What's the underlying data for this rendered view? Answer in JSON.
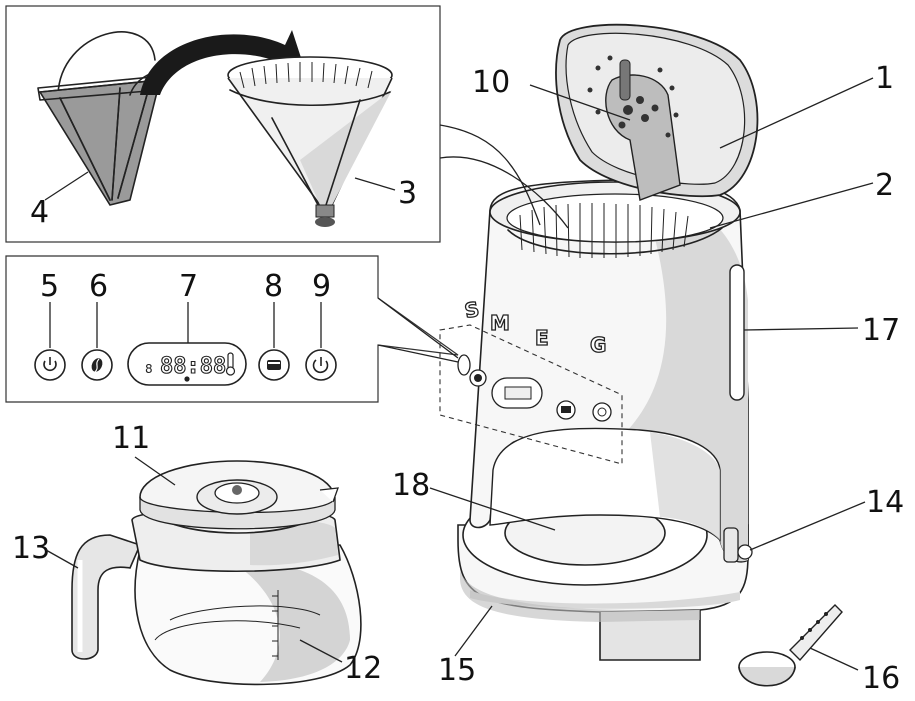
{
  "callouts": [
    {
      "id": "1",
      "label": "1"
    },
    {
      "id": "2",
      "label": "2"
    },
    {
      "id": "3",
      "label": "3"
    },
    {
      "id": "4",
      "label": "4"
    },
    {
      "id": "5",
      "label": "5"
    },
    {
      "id": "6",
      "label": "6"
    },
    {
      "id": "7",
      "label": "7"
    },
    {
      "id": "8",
      "label": "8"
    },
    {
      "id": "9",
      "label": "9"
    },
    {
      "id": "10",
      "label": "10"
    },
    {
      "id": "11",
      "label": "11"
    },
    {
      "id": "12",
      "label": "12"
    },
    {
      "id": "13",
      "label": "13"
    },
    {
      "id": "14",
      "label": "14"
    },
    {
      "id": "15",
      "label": "15"
    },
    {
      "id": "16",
      "label": "16"
    },
    {
      "id": "17",
      "label": "17"
    },
    {
      "id": "18",
      "label": "18"
    }
  ],
  "logo_letters": [
    "S",
    "M",
    "E",
    "G"
  ],
  "display_text": "88:88",
  "icons": [
    "power-icon",
    "coffee-bean-icon",
    "thermometer-icon",
    "cup-icon",
    "auto-start-icon"
  ]
}
